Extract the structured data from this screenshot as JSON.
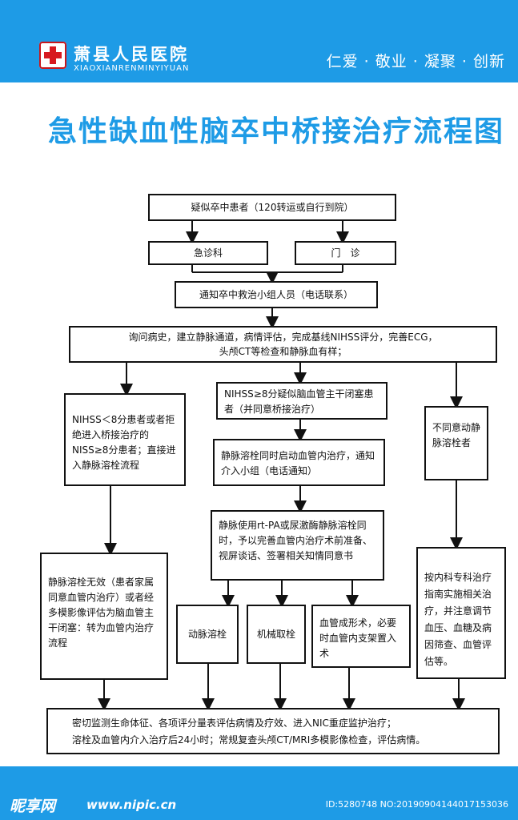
{
  "header": {
    "hospital_name": "萧县人民医院",
    "hospital_pinyin": "XIAOXIANRENMINYIYUAN",
    "motto": "仁爱 · 敬业 · 凝聚 · 创新"
  },
  "title": "急性缺血性脑卒中桥接治疗流程图",
  "flow": {
    "suspected": "疑似卒中患者（120转运或自行到院）",
    "emergency": "急诊科",
    "outpatient": "门　诊",
    "notify": "通知卒中救治小组人员（电话联系）",
    "assess_line1": "询问病史，建立静脉通道，病情评估，完成基线NIHSS评分，完善ECG，",
    "assess_line2": "头颅CT等检查和静脉血有样；",
    "low_nihss": "NIHSS＜8分患者或者拒绝进入桥接治疗的NISS≥8分患者；直接进入静脉溶栓流程",
    "high_nihss": "NIHSS≥8分疑似脑血管主干闭塞患者（并同意桥接治疗）",
    "refuse": "不同意动静脉溶栓者",
    "start_ivt": "静脉溶栓同时启动血管内治疗，通知介入小组（电话通知）",
    "ivt_prep": "静脉使用rt-PA或尿激酶静脉溶栓同时，予以完善血管内治疗术前准备、视屏谈话、签署相关知情同意书",
    "ivt_fail": "静脉溶栓无效（患者家属同意血管内治疗）或者经多模影像评估为脑血管主干闭塞：转为血管内治疗流程",
    "arterial": "动脉溶栓",
    "mechanical": "机械取栓",
    "angioplasty": "血管成形术，必要时血管内支架置入术",
    "internal": "按内科专科治疗指南实施相关治疗，并注意调节血压、血糖及病因筛查、血管评估等。",
    "final_line1": "密切监测生命体征、各项评分量表评估病情及疗效、进入NIC重症监护治疗；",
    "final_line2": "溶栓及血管内介入治疗后24小时；常规复查头颅CT/MRI多模影像检查，评估病情。"
  },
  "watermark": {
    "logo": "昵享网",
    "url": "www.nipic.cn",
    "id": "ID:5280748 NO:20190904144017153036"
  }
}
